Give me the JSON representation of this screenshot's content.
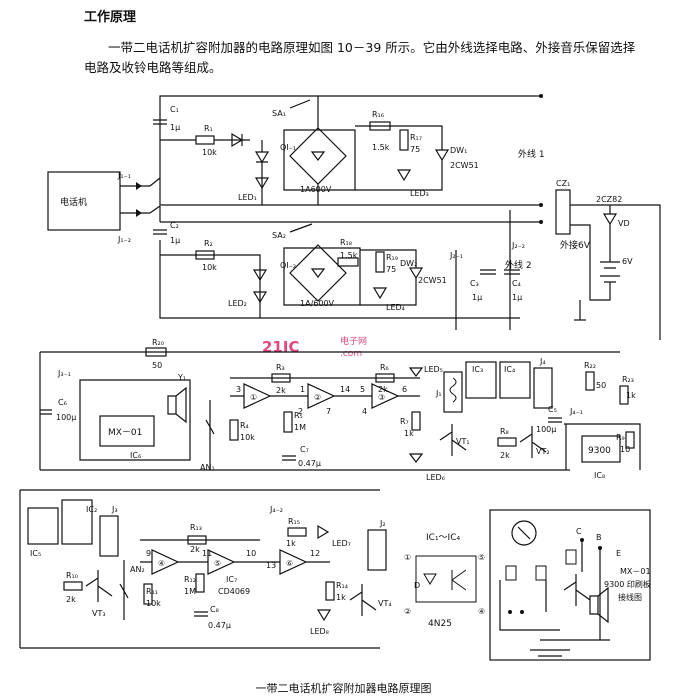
{
  "heading": "工作原理",
  "paragraph": "一带二电话机扩容附加器的电路原理如图 10－39 所示。它由外线选择电路、外接音乐保留选择电路及收铃电路等组成。",
  "caption": "一带二电话机扩容附加器电路原理图",
  "watermark": {
    "brand": "21IC",
    "cn": "电子网",
    "domain": ".com"
  },
  "labels": {
    "phone": "电话机",
    "j1_1": "J₁₋₁",
    "j1_2": "J₁₋₂",
    "c1": "C₁",
    "c1v": "1μ",
    "c2": "C₂",
    "c2v": "1μ",
    "r1": "R₁",
    "r1v": "10k",
    "r2": "R₂",
    "r2v": "10k",
    "sa1": "SA₁",
    "sa2": "SA₂",
    "led1": "LED₁",
    "led2": "LED₂",
    "qi1": "QI₋₁",
    "qi2": "QI₋₂",
    "bridge1": "1A600V",
    "bridge2": "1A/600V",
    "r16": "R₁₆",
    "r16v": "1.5k",
    "r17": "R₁₇",
    "r17v": "75",
    "r18": "R₁₈",
    "r18v": "1.5k",
    "r19": "R₁₉",
    "r19v": "75",
    "dw1": "DW₁",
    "dw1v": "2CW51",
    "dw2": "DW₂",
    "dw2v": "2CW51",
    "led3": "LED₃",
    "led4": "LED₄",
    "line1": "外线 1",
    "line2": "外线 2",
    "j2_1": "J₂₋₁",
    "j2_2": "J₂₋₂",
    "c3": "C₃",
    "c3v": "1μ",
    "c4": "C₄",
    "c4v": "1μ",
    "cz1": "CZ₁",
    "ext6v": "外接6V",
    "vd": "VD",
    "vdv": "2CZ82",
    "batt": "6V",
    "j3_1": "J₃₋₁",
    "c6": "C₆",
    "c6v": "100μ",
    "r20": "R₂₀",
    "r20v": "50",
    "y1": "Y₁",
    "mx01": "MX－01",
    "ic6": "IC₆",
    "r3": "R₃",
    "r3v": "2k",
    "r4": "R₄",
    "r4v": "10k",
    "an1": "AN₁",
    "r5": "R₅",
    "r5v": "1M",
    "c7": "C₇",
    "c7v": "0.47μ",
    "r6": "R₆",
    "r6v": "2k",
    "r7": "R₇",
    "r7v": "1k",
    "led5": "LED₅",
    "led6": "LED₆",
    "j1": "J₁",
    "vt1": "VT₁",
    "ic3": "IC₃",
    "ic4": "IC₄",
    "j4": "J₄",
    "r8": "R₈",
    "r8v": "2k",
    "vt2": "VT₂",
    "c5": "C₅",
    "c5v": "100μ",
    "j4_1": "J₄₋₁",
    "r22": "R₂₂",
    "r22v": "50",
    "r23": "R₂₃",
    "r23v": "1k",
    "r9": "R₉",
    "r9v": "10",
    "ic9300": "9300",
    "ic8": "IC₈",
    "ic2": "IC₂",
    "j3": "J₃",
    "ic5": "IC₅",
    "r10": "R₁₀",
    "r10v": "2k",
    "vt3": "VT₃",
    "an2": "AN₂",
    "r11": "R₁₁",
    "r11v": "10k",
    "r13": "R₁₃",
    "r13v": "2k",
    "r12": "R₁₂",
    "r12v": "1M",
    "c8": "C₈",
    "c8v": "0.47μ",
    "ic7": "IC₇",
    "cd4069": "CD4069",
    "j4_2": "J₄₋₂",
    "r15": "R₁₅",
    "r15v": "1k",
    "led7": "LED₇",
    "r14": "R₁₄",
    "r14v": "1k",
    "led8": "LED₈",
    "j2": "J₂",
    "vt4": "VT₄",
    "ic_range": "IC₁～IC₄",
    "pin1": "①",
    "pin2": "②",
    "pin4": "④",
    "pin5": "⑤",
    "d": "D",
    "n4n25": "4N25",
    "mx_title1": "MX－01",
    "mx_title2": "9300 印刷板",
    "mx_title3": "接线图",
    "term_b": "B",
    "term_c": "C",
    "term_e": "E",
    "g1": "①",
    "g2": "②",
    "g3": "③",
    "g4": "④",
    "g5": "⑤",
    "g6": "⑥",
    "n1": "1",
    "n2": "2",
    "n3": "3",
    "n4": "4",
    "n5": "5",
    "n6": "6",
    "n7": "7",
    "n9": "9",
    "n10": "10",
    "n11": "11",
    "n12": "12",
    "n13": "13",
    "n14": "14"
  }
}
